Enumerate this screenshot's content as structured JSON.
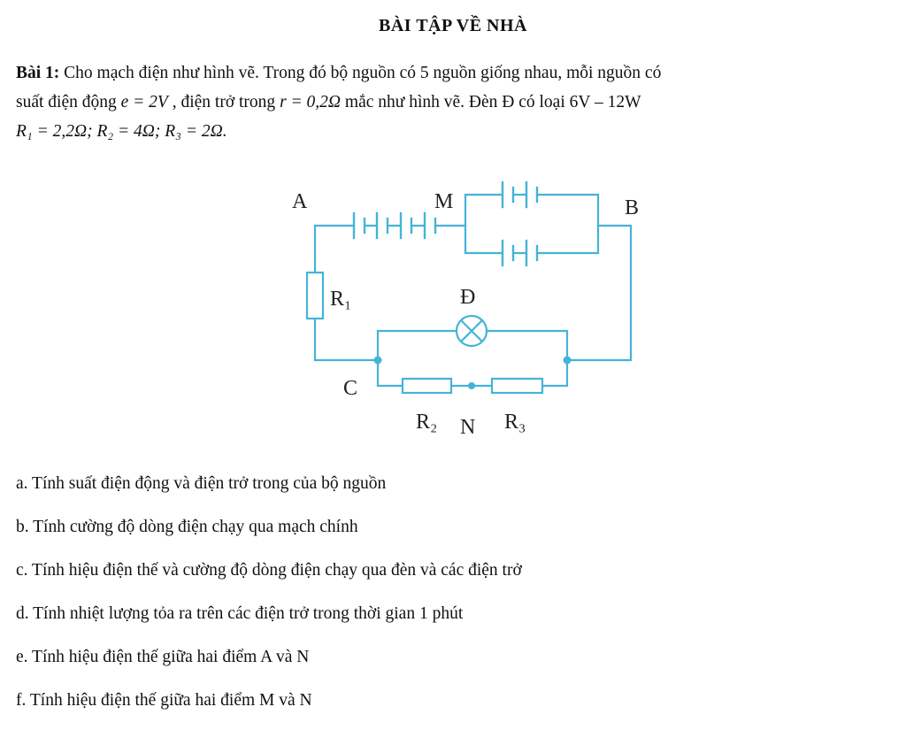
{
  "header": {
    "title": "BÀI TẬP VỀ NHÀ"
  },
  "problem": {
    "label": "Bài 1:",
    "line1": "Cho mạch điện như hình vẽ. Trong đó bộ nguồn có 5 nguồn giống nhau, mỗi nguồn có",
    "line2_a": "suất điện động",
    "emf": "e = 2V",
    "line2_b": ", điện trở trong",
    "internal_r": "r = 0,2Ω",
    "line2_c": "mắc như hình vẽ. Đèn Đ có loại 6V – 12W",
    "line3": "R₁ = 2,2Ω; R₂ = 4Ω; R₃ = 2Ω."
  },
  "circuit": {
    "labels": {
      "A": "A",
      "M": "M",
      "B": "B",
      "R1": "R₁",
      "D": "Đ",
      "C": "C",
      "R2": "R₂",
      "N": "N",
      "R3": "R₃"
    },
    "wire_color": "#45b3d9",
    "cell_count": 5
  },
  "questions": [
    "a. Tính suất điện động và điện trở trong của bộ nguồn",
    "b. Tính cường độ dòng điện chạy qua mạch chính",
    "c. Tính hiệu điện thế và cường độ dòng điện chạy qua đèn và các điện trở",
    "d. Tính nhiệt lượng tỏa ra trên các điện trở trong thời gian 1 phút",
    "e. Tính hiệu điện thế giữa hai điểm A và N",
    "f. Tính hiệu điện thế giữa hai điểm M và N"
  ]
}
